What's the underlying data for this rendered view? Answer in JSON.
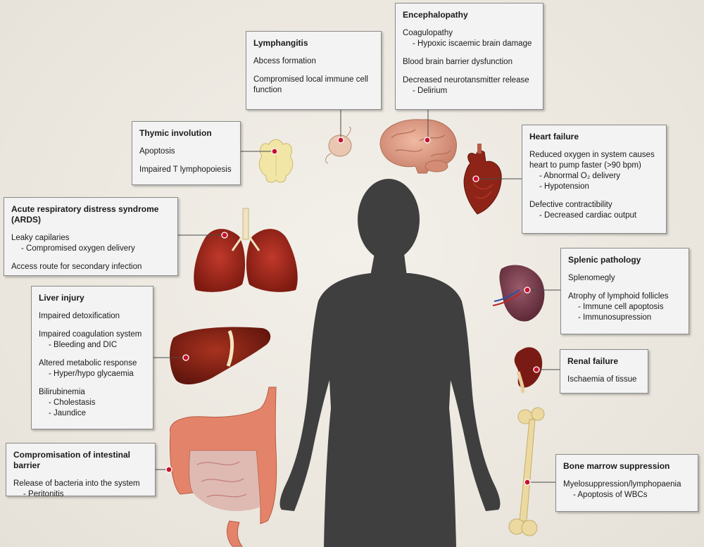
{
  "boxes": {
    "lymphangitis": {
      "title": "Lymphangitis",
      "items": [
        {
          "text": "Abcess formation",
          "subs": []
        },
        {
          "text": "Compromised local immune cell function",
          "subs": []
        }
      ]
    },
    "encephalopathy": {
      "title": "Encephalopathy",
      "items": [
        {
          "text": "Coagulopathy",
          "subs": [
            "- Hypoxic iscaemic brain damage"
          ]
        },
        {
          "text": "Blood brain barrier dysfunction",
          "subs": []
        },
        {
          "text": "Decreased neurotansmitter release",
          "subs": [
            "- Delirium"
          ]
        }
      ]
    },
    "thymic": {
      "title": "Thymic involution",
      "items": [
        {
          "text": "Apoptosis",
          "subs": []
        },
        {
          "text": "Impaired T lymphopoiesis",
          "subs": []
        }
      ]
    },
    "heart": {
      "title": "Heart failure",
      "items": [
        {
          "text": "Reduced oxygen in system causes heart to pump faster (>90 bpm)",
          "subs": [
            "- Abnormal O₂ delivery",
            "- Hypotension"
          ]
        },
        {
          "text": "Defective contractibility",
          "subs": [
            "- Decreased cardiac output"
          ]
        }
      ]
    },
    "ards": {
      "title": "Acute respiratory distress syndrome (ARDS)",
      "items": [
        {
          "text": "Leaky capilaries",
          "subs": [
            "- Compromised oxygen delivery"
          ]
        },
        {
          "text": "Access route for secondary infection",
          "subs": []
        }
      ]
    },
    "splenic": {
      "title": "Splenic pathology",
      "items": [
        {
          "text": "Splenomegly",
          "subs": []
        },
        {
          "text": "Atrophy of lymphoid follicles",
          "subs": [
            "- Immune cell apoptosis",
            "- Immunosupression"
          ]
        }
      ]
    },
    "liver": {
      "title": "Liver injury",
      "items": [
        {
          "text": "Impaired detoxification",
          "subs": []
        },
        {
          "text": "Impaired coagulation system",
          "subs": [
            "- Bleeding and DIC"
          ]
        },
        {
          "text": "Altered metabolic response",
          "subs": [
            "- Hyper/hypo glycaemia"
          ]
        },
        {
          "text": "Bilirubinemia",
          "subs": [
            "- Cholestasis",
            "- Jaundice"
          ]
        }
      ]
    },
    "renal": {
      "title": "Renal failure",
      "items": [
        {
          "text": "Ischaemia of tissue",
          "subs": []
        }
      ]
    },
    "intestinal": {
      "title": "Compromisation of intestinal barrier",
      "items": [
        {
          "text": "Release of bacteria into the system",
          "subs": [
            "- Peritonitis"
          ]
        }
      ]
    },
    "bone": {
      "title": "Bone marrow suppression",
      "items": [
        {
          "text": "Myelosuppression/lymphopaenia",
          "subs": [
            "- Apoptosis of WBCs"
          ]
        }
      ]
    }
  },
  "colors": {
    "silhouette": "#3f3f3f",
    "dot": "#c8102e",
    "organ_red": "#9e2a1c",
    "brain": "#d99a82",
    "thymus": "#f2e6a6",
    "intestine": "#e3846a",
    "bone": "#ecd9a0"
  }
}
